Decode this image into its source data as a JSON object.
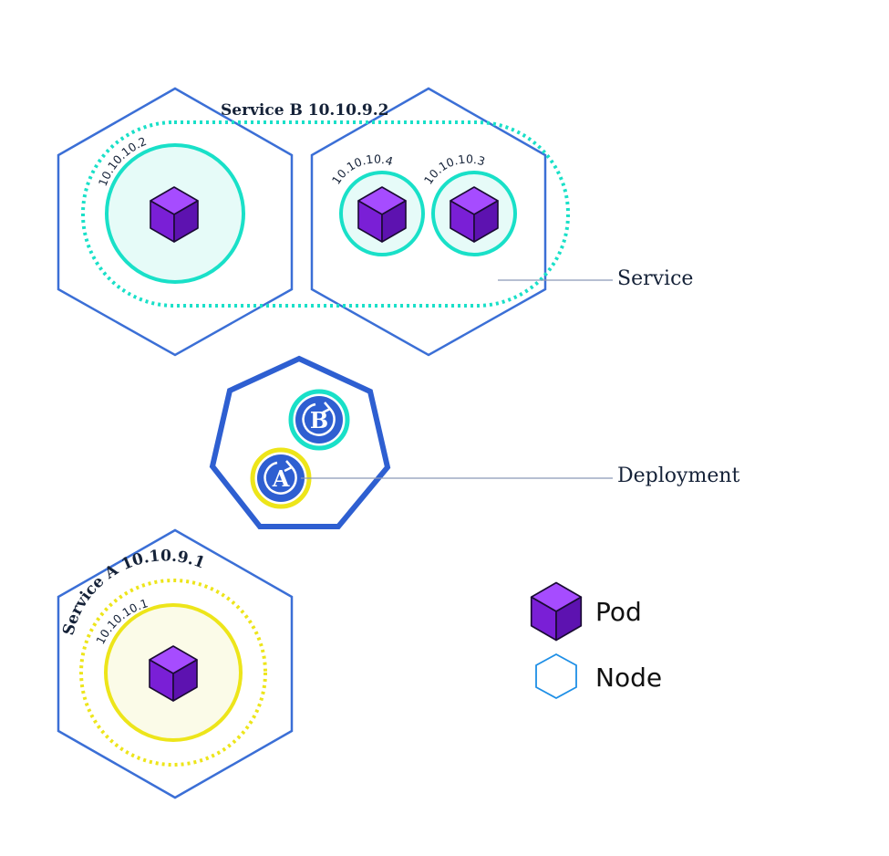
{
  "colors": {
    "node_stroke": "#3b6fd6",
    "service_b": "#19e0c8",
    "service_b_fill": "#e6fbf8",
    "service_a": "#ede51a",
    "service_a_fill": "#fbfbe8",
    "pod_top": "#a64cff",
    "pod_left": "#7a1fd6",
    "pod_right": "#5d12b0",
    "pod_stroke": "#1a0b33",
    "deploy_blue": "#2e5fd1",
    "deploy_ring_b": "#19e0c8",
    "deploy_ring_a": "#ede51a",
    "leader_line": "#8a99b8",
    "text_dark": "#152238",
    "legend_node": "#1e8fe6"
  },
  "service_b": {
    "label": "Service B 10.10.9.2",
    "pods": [
      {
        "ip": "10.10.10.2"
      },
      {
        "ip": "10.10.10.4"
      },
      {
        "ip": "10.10.10.3"
      }
    ]
  },
  "service_a": {
    "label": "Service A  10.10.9.1",
    "pods": [
      {
        "ip": "10.10.10.1"
      }
    ]
  },
  "deployments": [
    {
      "letter": "B"
    },
    {
      "letter": "A"
    }
  ],
  "callouts": {
    "service": "Service",
    "deployment": "Deployment"
  },
  "legend": {
    "pod": {
      "label": "Pod",
      "icon": "cube-icon"
    },
    "node": {
      "label": "Node",
      "icon": "hexagon-icon"
    }
  }
}
